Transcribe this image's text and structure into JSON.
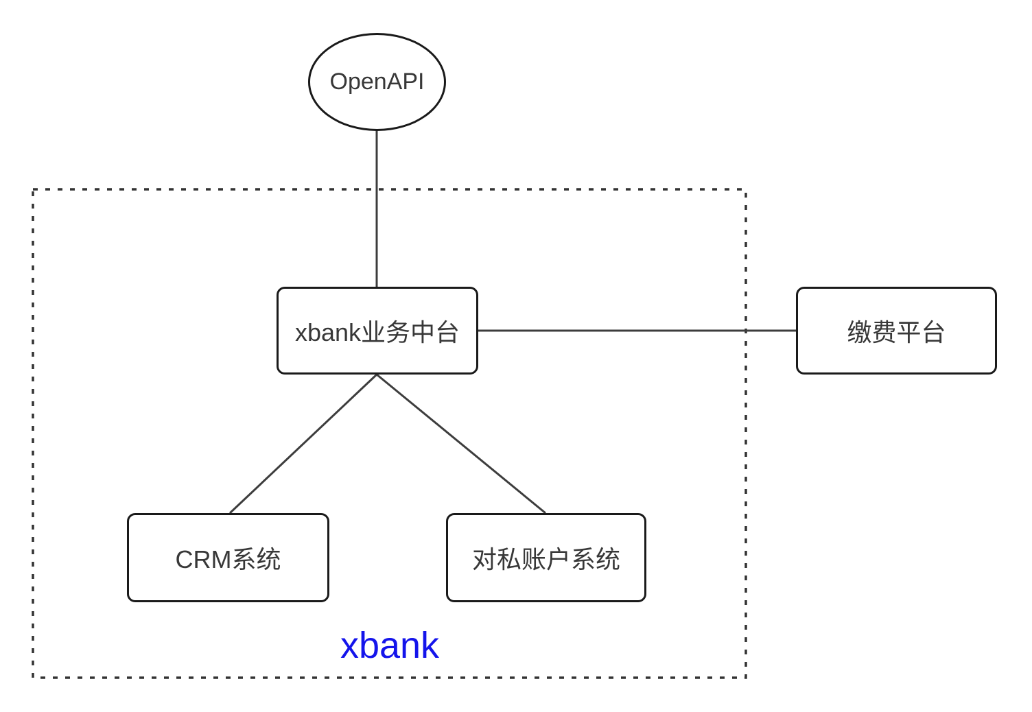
{
  "diagram": {
    "type": "architecture-diagram",
    "nodes": {
      "openapi": {
        "label": "OpenAPI",
        "shape": "ellipse"
      },
      "platform": {
        "label": "xbank业务中台",
        "shape": "rounded-rect"
      },
      "payment": {
        "label": "缴费平台",
        "shape": "rounded-rect"
      },
      "crm": {
        "label": "CRM系统",
        "shape": "rounded-rect"
      },
      "account": {
        "label": "对私账户系统",
        "shape": "rounded-rect"
      }
    },
    "group": {
      "label": "xbank",
      "style": "dotted-boundary",
      "contains": [
        "platform",
        "crm",
        "account"
      ]
    },
    "edges": [
      {
        "from": "openapi",
        "to": "platform"
      },
      {
        "from": "platform",
        "to": "payment"
      },
      {
        "from": "platform",
        "to": "crm"
      },
      {
        "from": "platform",
        "to": "account"
      }
    ],
    "colors": {
      "shape_border": "#1a1a1a",
      "connector": "#3d3d3d",
      "text": "#383838",
      "group_border": "#333333",
      "group_label": "#1414eb",
      "canvas_bg": "#ffffff"
    }
  }
}
